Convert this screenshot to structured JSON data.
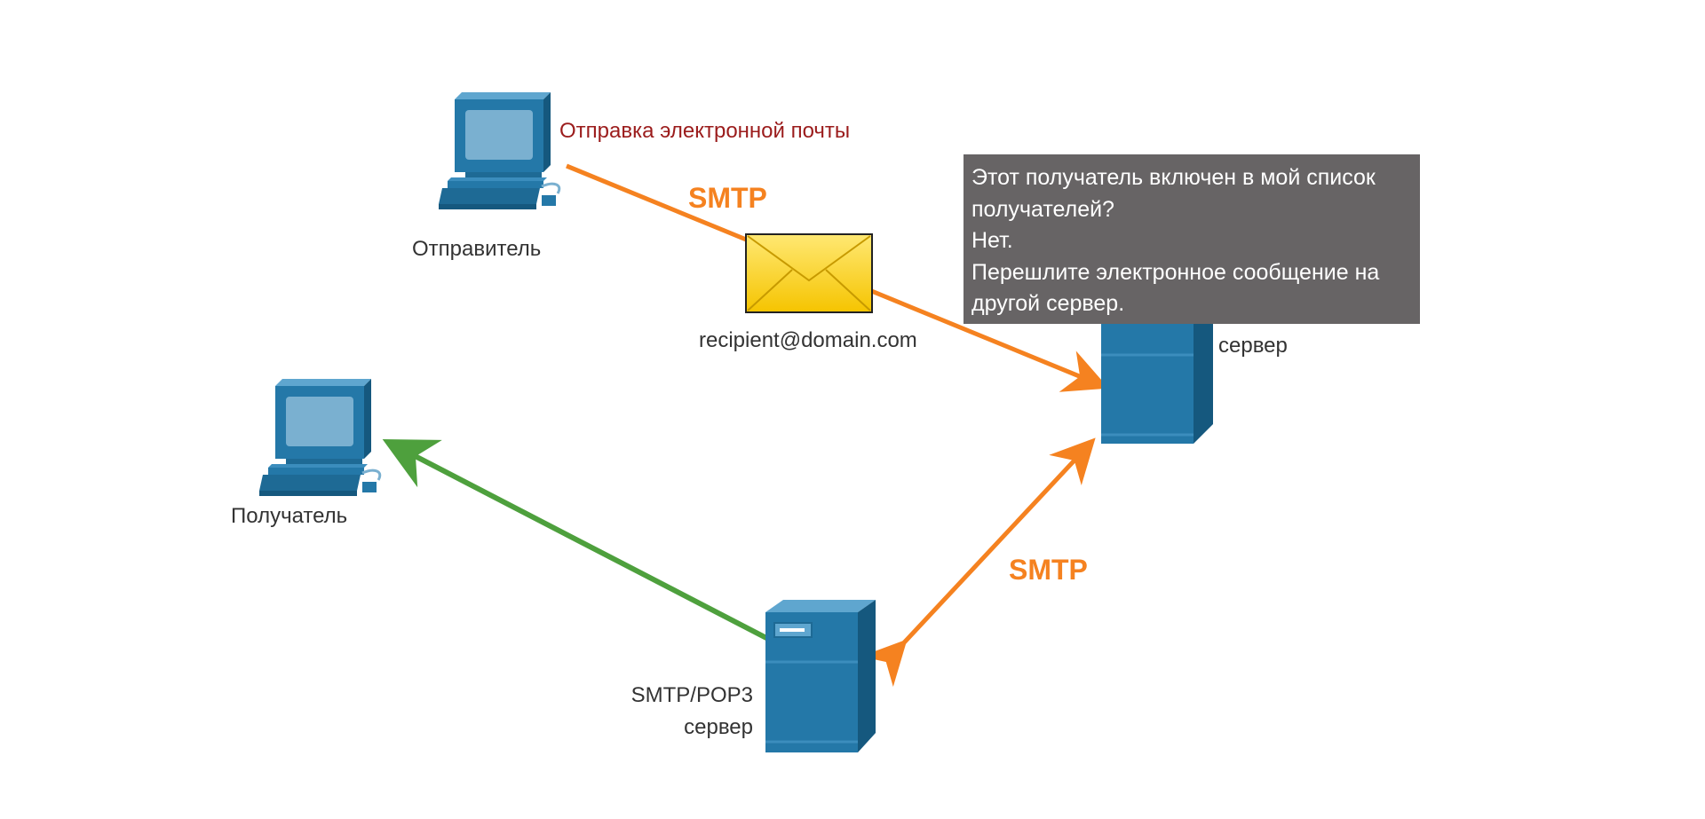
{
  "nodes": {
    "sender_label": "Отправитель",
    "recipient_label": "Получатель",
    "pop3_server_label_line1": "SMTP/POP3",
    "pop3_server_label_line2": "сервер",
    "top_server_label": "сервер"
  },
  "labels": {
    "sending_email": "Отправка электронной почты",
    "smtp_top": "SMTP",
    "smtp_right": "SMTP",
    "address": "recipient@domain.com"
  },
  "callout": {
    "lines": [
      "Этот получатель включен в мой список",
      "получателей?",
      "Нет.",
      "Перешлите электронное сообщение на",
      "другой сервер."
    ]
  },
  "colors": {
    "smtp_arrow": "#f58220",
    "pop3_arrow": "#4ea03d",
    "sending_text": "#9b1c1c",
    "device_blue": "#2478a8",
    "envelope": "#ffd200",
    "callout_bg": "#676465"
  }
}
